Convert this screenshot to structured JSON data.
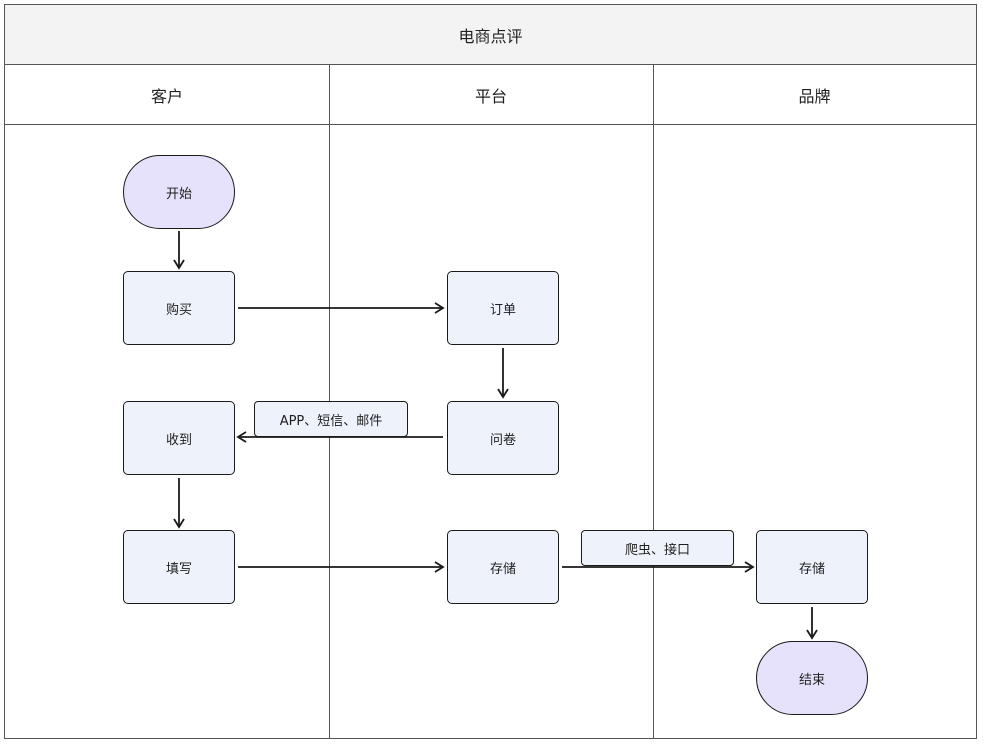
{
  "title": "电商点评",
  "lanes": [
    {
      "label": "客户"
    },
    {
      "label": "平台"
    },
    {
      "label": "品牌"
    }
  ],
  "nodes": {
    "start": "开始",
    "buy": "购买",
    "order": "订单",
    "receive": "收到",
    "survey": "问卷",
    "fill": "填写",
    "platform_store": "存储",
    "brand_store": "存储",
    "end": "结束"
  },
  "edge_labels": {
    "survey_to_receive": "APP、短信、邮件",
    "platform_to_brand": "爬虫、接口"
  }
}
